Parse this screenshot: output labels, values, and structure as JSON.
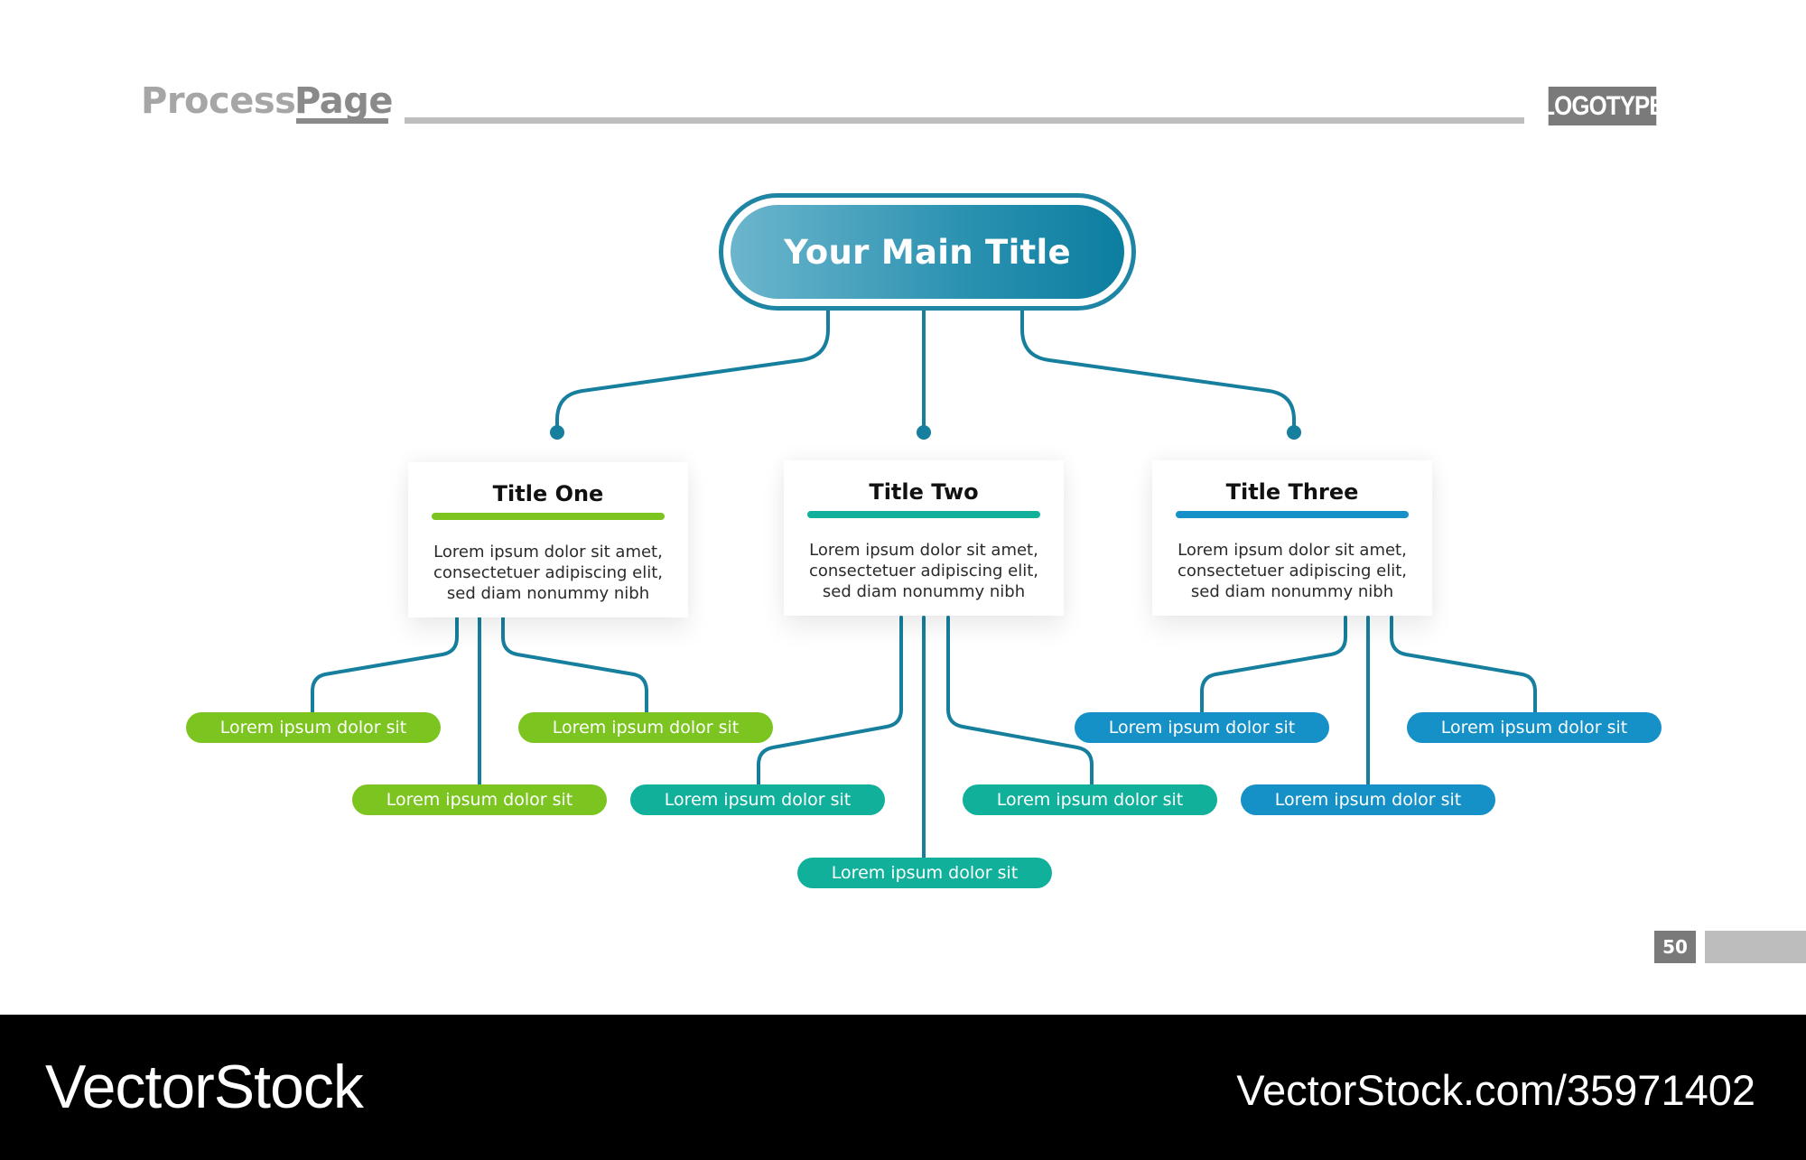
{
  "header": {
    "process_word": "Process",
    "page_word": "Page",
    "logo": "LOGOTYPE"
  },
  "main": {
    "title": "Your Main Title"
  },
  "branches": [
    {
      "title": "Title One",
      "text": "Lorem ipsum dolor sit amet, consectetuer adipiscing elit, sed diam nonummy nibh",
      "color": "#7cc520",
      "leaves": [
        "Lorem ipsum dolor sit",
        "Lorem ipsum dolor sit",
        "Lorem ipsum dolor sit"
      ]
    },
    {
      "title": "Title Two",
      "text": "Lorem ipsum dolor sit amet, consectetuer adipiscing elit, sed diam nonummy nibh",
      "color": "#11b09b",
      "leaves": [
        "Lorem ipsum dolor sit",
        "Lorem ipsum dolor sit",
        "Lorem ipsum dolor sit"
      ]
    },
    {
      "title": "Title Three",
      "text": "Lorem ipsum dolor sit amet, consectetuer adipiscing elit, sed diam nonummy nibh",
      "color": "#1591c7",
      "leaves": [
        "Lorem ipsum dolor sit",
        "Lorem ipsum dolor sit",
        "Lorem ipsum dolor sit"
      ]
    }
  ],
  "connector_color": "#167f9e",
  "page_number": "50",
  "footer": {
    "brand": "VectorStock",
    "url": "VectorStock.com/35971402"
  }
}
